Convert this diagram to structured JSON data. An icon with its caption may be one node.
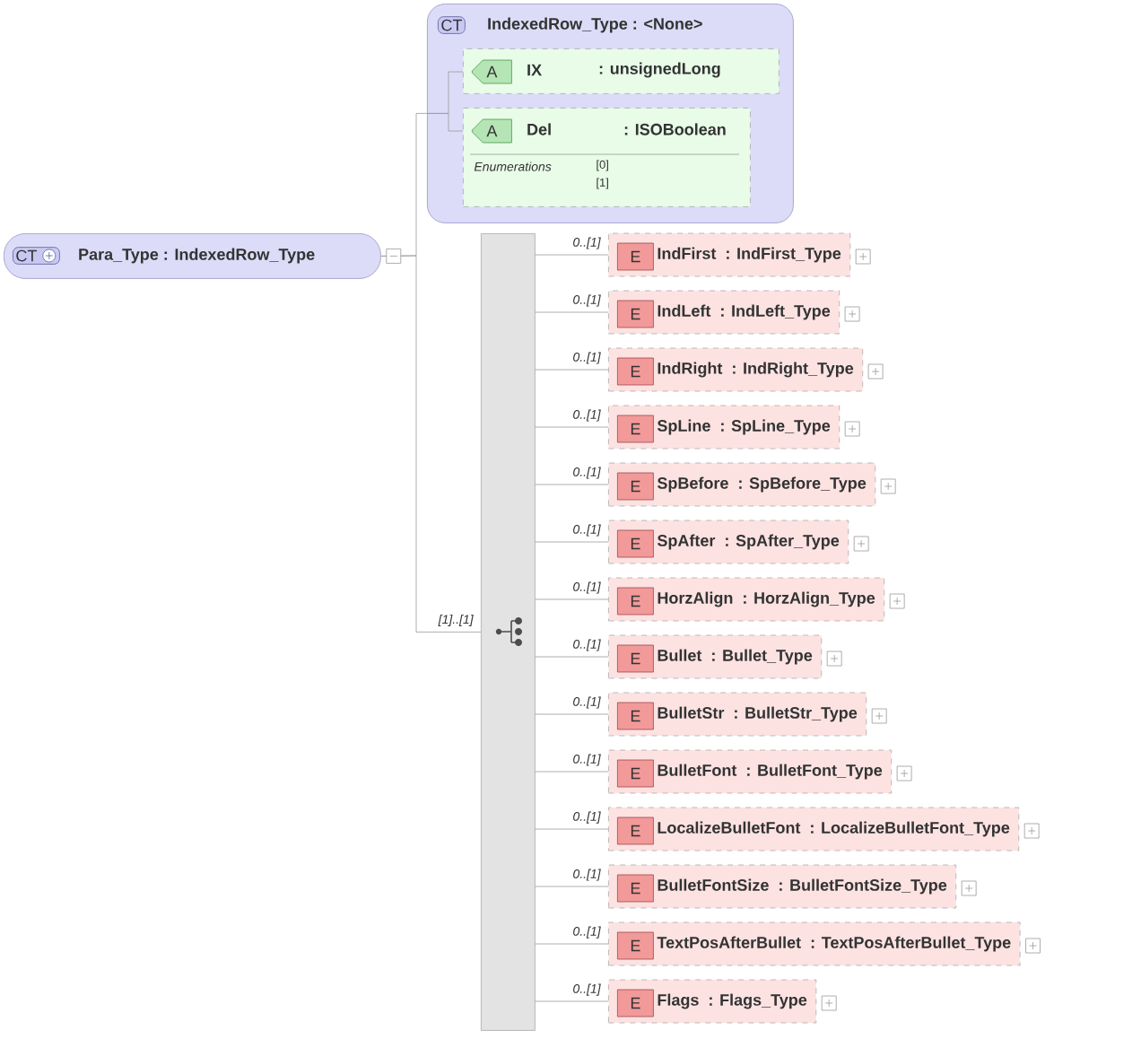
{
  "diagram": {
    "nodes": [
      {
        "text": [
          "CT",
          "Para_Type : IndexedRow_Type"
        ]
      },
      {
        "text": [
          "CT",
          "IndexedRow_Type : <None>"
        ]
      },
      {
        "text": [
          "A",
          "IX",
          ": unsignedLong"
        ],
        "in": 1
      },
      {
        "text": [
          "A",
          "Del",
          ": ISOBoolean",
          "Enumerations",
          "[0]",
          "[1]"
        ],
        "in": 1
      },
      {
        "text": [],
        "shape": "bar"
      },
      {
        "text": [
          "E",
          "IndFirst",
          ": IndFirst_Type"
        ]
      },
      {
        "text": [
          "E",
          "IndLeft",
          ": IndLeft_Type"
        ]
      },
      {
        "text": [
          "E",
          "IndRight",
          ": IndRight_Type"
        ]
      },
      {
        "text": [
          "E",
          "SpLine",
          ": SpLine_Type"
        ]
      },
      {
        "text": [
          "E",
          "SpBefore",
          ": SpBefore_Type"
        ]
      },
      {
        "text": [
          "E",
          "SpAfter",
          ": SpAfter_Type"
        ]
      },
      {
        "text": [
          "E",
          "HorzAlign",
          ": HorzAlign_Type"
        ]
      },
      {
        "text": [
          "E",
          "Bullet",
          ": Bullet_Type"
        ]
      },
      {
        "text": [
          "E",
          "BulletStr",
          ": BulletStr_Type"
        ]
      },
      {
        "text": [
          "E",
          "BulletFont",
          ": BulletFont_Type"
        ]
      },
      {
        "text": [
          "E",
          "LocalizeBulletFont",
          ": LocalizeBulletFont_Type"
        ]
      },
      {
        "text": [
          "E",
          "BulletFontSize",
          ": BulletFontSize_Type"
        ]
      },
      {
        "text": [
          "E",
          "TextPosAfterBullet",
          ": TextPosAfterBullet_Type"
        ]
      },
      {
        "text": [
          "E",
          "Flags",
          ": Flags_Type"
        ]
      }
    ],
    "edges": [
      {
        "from": 0,
        "to": 1,
        "arrow": "none"
      },
      {
        "from": 1,
        "to": 2,
        "arrow": "none"
      },
      {
        "from": 1,
        "to": 3,
        "arrow": "none"
      },
      {
        "from": 0,
        "to": 4,
        "arrow": "none",
        "label": "[1]..[1]"
      },
      {
        "from": 4,
        "to": 5,
        "arrow": "none",
        "label": "0..[1]"
      },
      {
        "from": 4,
        "to": 6,
        "arrow": "none",
        "label": "0..[1]"
      },
      {
        "from": 4,
        "to": 7,
        "arrow": "none",
        "label": "0..[1]"
      },
      {
        "from": 4,
        "to": 8,
        "arrow": "none",
        "label": "0..[1]"
      },
      {
        "from": 4,
        "to": 9,
        "arrow": "none",
        "label": "0..[1]"
      },
      {
        "from": 4,
        "to": 10,
        "arrow": "none",
        "label": "0..[1]"
      },
      {
        "from": 4,
        "to": 11,
        "arrow": "none",
        "label": "0..[1]"
      },
      {
        "from": 4,
        "to": 12,
        "arrow": "none",
        "label": "0..[1]"
      },
      {
        "from": 4,
        "to": 13,
        "arrow": "none",
        "label": "0..[1]"
      },
      {
        "from": 4,
        "to": 14,
        "arrow": "none",
        "label": "0..[1]"
      },
      {
        "from": 4,
        "to": 15,
        "arrow": "none",
        "label": "0..[1]"
      },
      {
        "from": 4,
        "to": 16,
        "arrow": "none",
        "label": "0..[1]"
      },
      {
        "from": 4,
        "to": 17,
        "arrow": "none",
        "label": "0..[1]"
      },
      {
        "from": 4,
        "to": 18,
        "arrow": "none",
        "label": "0..[1]"
      }
    ]
  }
}
